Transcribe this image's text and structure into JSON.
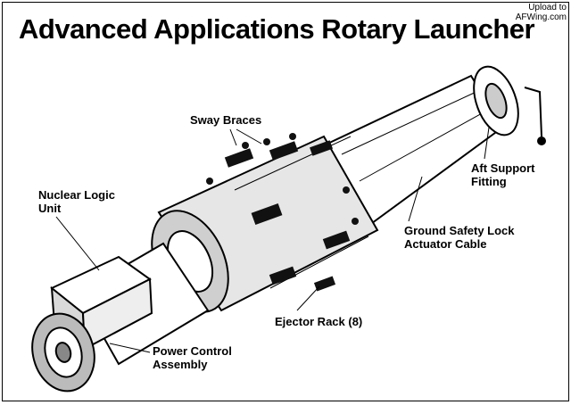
{
  "title": "Advanced Applications Rotary Launcher",
  "watermark": {
    "line1": "Upload to",
    "line2": "AFWing.com"
  },
  "labels": {
    "sway_braces": "Sway Braces",
    "nuclear_logic_unit": {
      "line1": "Nuclear Logic",
      "line2": "Unit"
    },
    "aft_support_fitting": {
      "line1": "Aft Support",
      "line2": "Fitting"
    },
    "ground_safety_lock": {
      "line1": "Ground Safety Lock",
      "line2": "Actuator Cable"
    },
    "ejector_rack": "Ejector Rack (8)",
    "power_control_assembly": {
      "line1": "Power Control",
      "line2": "Assembly"
    }
  }
}
